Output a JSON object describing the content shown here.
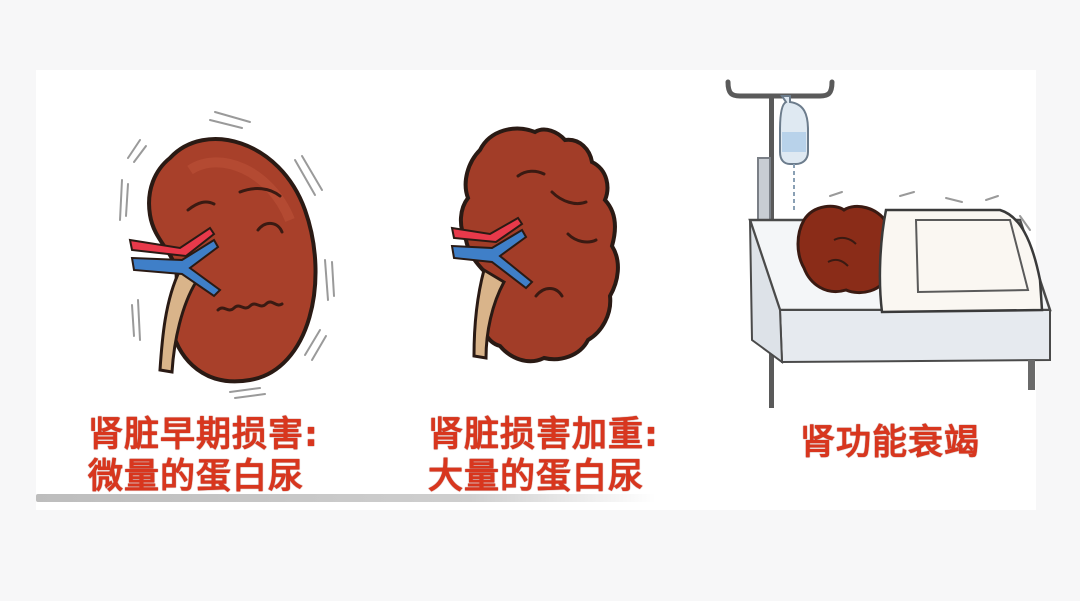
{
  "stages": [
    {
      "id": "early",
      "title": "肾脏早期损害:",
      "subtitle": "微量的蛋白尿",
      "illustration": "trembling-kidney-icon"
    },
    {
      "id": "aggravated",
      "title": "肾脏损害加重:",
      "subtitle": "大量的蛋白尿",
      "illustration": "shriveled-kidney-icon"
    },
    {
      "id": "failure",
      "title": "肾功能衰竭",
      "subtitle": "",
      "illustration": "kidney-in-hospital-bed-icon"
    }
  ],
  "colors": {
    "caption_red": "#d8361e",
    "kidney_brown": "#a8402a",
    "kidney_dark": "#7e2a1a",
    "artery_red": "#e8394a",
    "vein_blue": "#3f7fc8",
    "ureter_tan": "#d9b48a"
  }
}
